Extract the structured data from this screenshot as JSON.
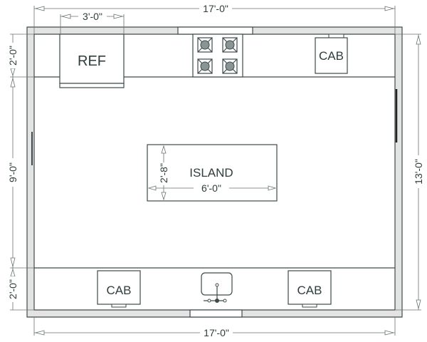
{
  "plan": {
    "dimensions": {
      "top_width": "17'-0\"",
      "bottom_width": "17'-0\"",
      "ref_width": "3'-0\"",
      "left_top_depth": "2'-0\"",
      "left_middle": "9'-0\"",
      "left_bottom_depth": "2'-0\"",
      "right_height": "13'-0\"",
      "island_depth": "2'-8\"",
      "island_length": "6'-0\""
    },
    "labels": {
      "refrigerator": "REF",
      "top_cabinet": "CAB",
      "island": "ISLAND",
      "bottom_left_cabinet": "CAB",
      "bottom_right_cabinet": "CAB"
    }
  }
}
